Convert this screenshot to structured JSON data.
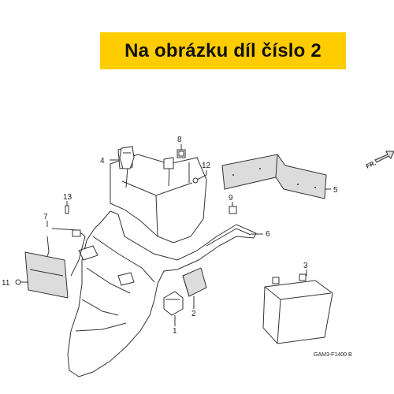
{
  "banner": {
    "text": "Na obrázku díl číslo 2",
    "color": "#ffcc00"
  },
  "direction_label": "FR.",
  "diagram_code": "GAM3-F1400 B",
  "callouts": {
    "c1": "1",
    "c2": "2",
    "c3": "3",
    "c4": "4",
    "c5": "5",
    "c6": "6",
    "c7": "7",
    "c8": "8",
    "c9": "9",
    "c11": "11",
    "c12": "12",
    "c13": "13"
  }
}
